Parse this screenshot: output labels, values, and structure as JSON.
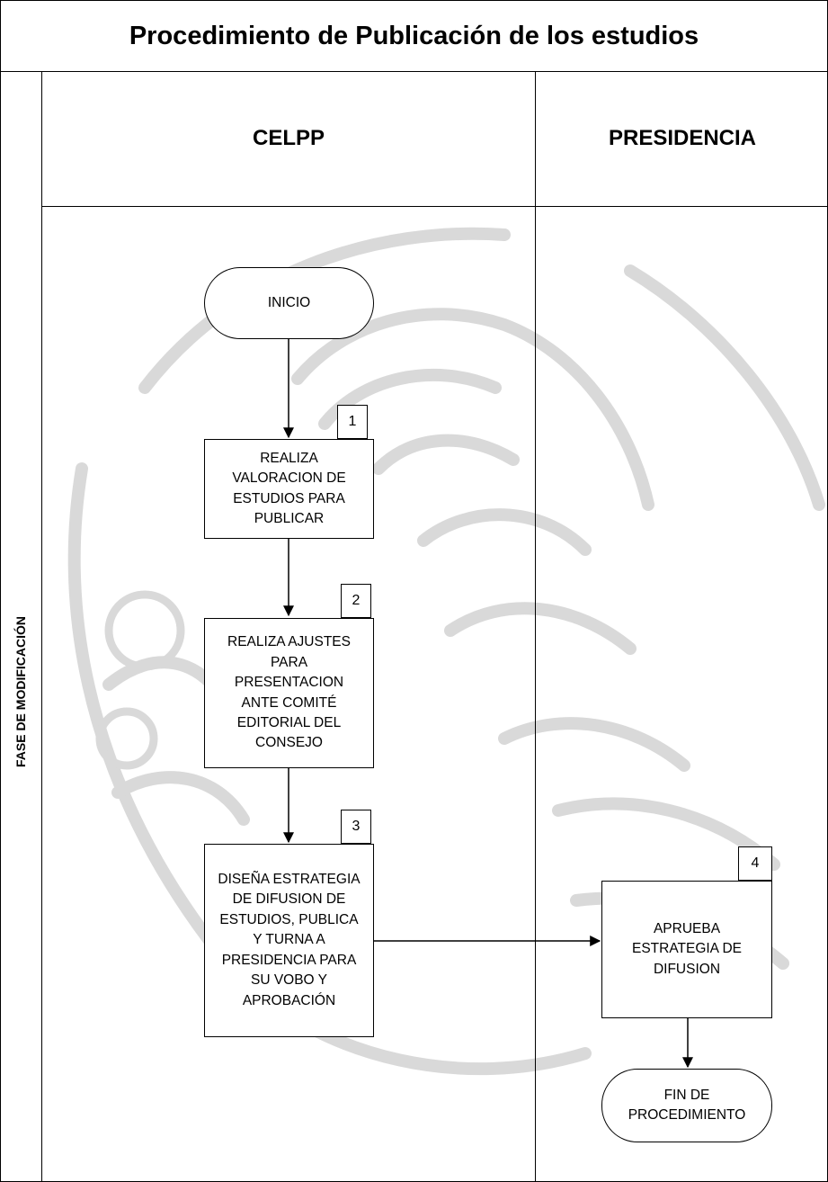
{
  "title": "Procedimiento de Publicación de los estudios",
  "phase_label": "FASE DE MODIFICACIÓN",
  "lanes": [
    {
      "label": "CELPP"
    },
    {
      "label": "PRESIDENCIA"
    }
  ],
  "nodes": {
    "inicio": "INICIO",
    "step1": {
      "number": "1",
      "text": "REALIZA\nVALORACION DE\nESTUDIOS PARA\nPUBLICAR"
    },
    "step2": {
      "number": "2",
      "text": "REALIZA AJUSTES\nPARA\nPRESENTACION\nANTE COMITÉ\nEDITORIAL DEL\nCONSEJO"
    },
    "step3": {
      "number": "3",
      "text": "DISEÑA ESTRATEGIA\nDE DIFUSION DE\nESTUDIOS, PUBLICA\nY TURNA A\nPRESIDENCIA PARA\nSU VOBO Y\nAPROBACIÓN"
    },
    "step4": {
      "number": "4",
      "text": "APRUEBA\nESTRATEGIA DE\nDIFUSION"
    },
    "fin": "FIN DE\nPROCEDIMIENTO"
  },
  "colors": {
    "line": "#000000",
    "background": "#ffffff",
    "watermark": "#d9d9d9"
  }
}
